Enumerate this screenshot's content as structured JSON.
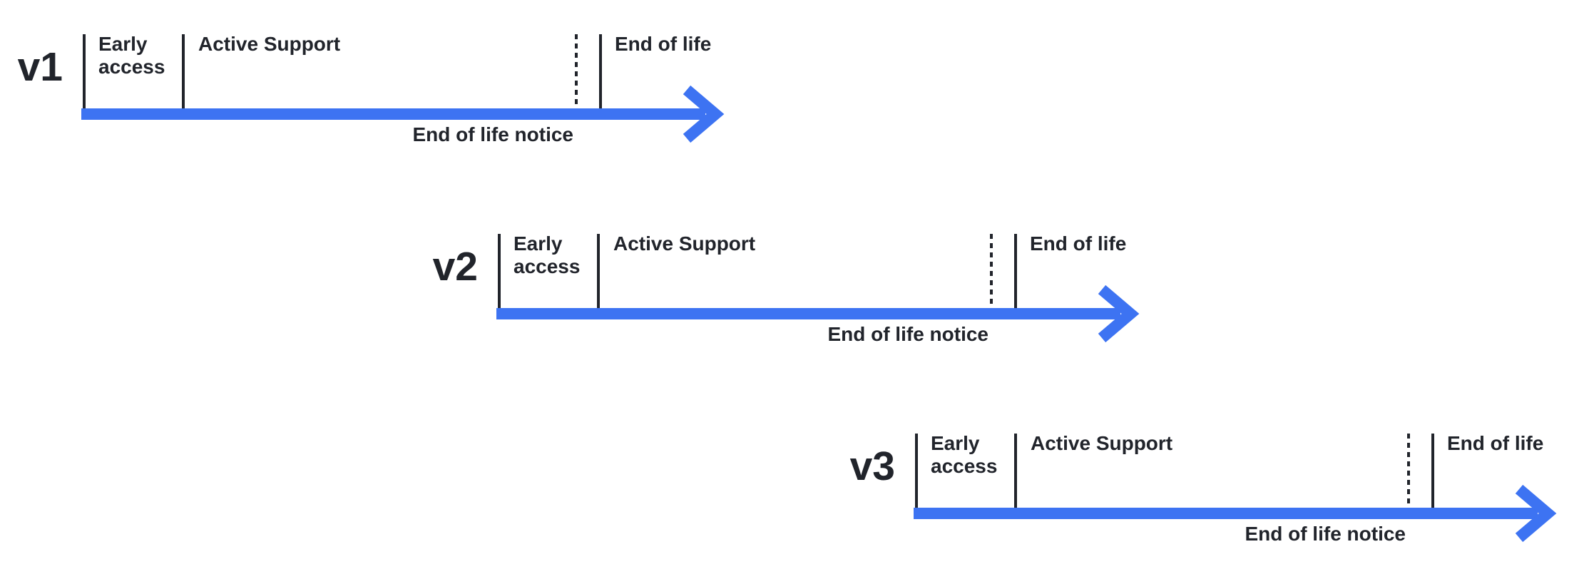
{
  "diagram": {
    "colors": {
      "arrow_blue": "#3D73F2",
      "ink": "#21242B"
    },
    "rows": [
      {
        "version": "v1",
        "early_access": "Early\naccess",
        "active_support": "Active Support",
        "end_of_life": "End of life",
        "end_of_life_notice": "End of life notice"
      },
      {
        "version": "v2",
        "early_access": "Early\naccess",
        "active_support": "Active Support",
        "end_of_life": "End of life",
        "end_of_life_notice": "End of life notice"
      },
      {
        "version": "v3",
        "early_access": "Early\naccess",
        "active_support": "Active Support",
        "end_of_life": "End of life",
        "end_of_life_notice": "End of life notice"
      }
    ]
  }
}
